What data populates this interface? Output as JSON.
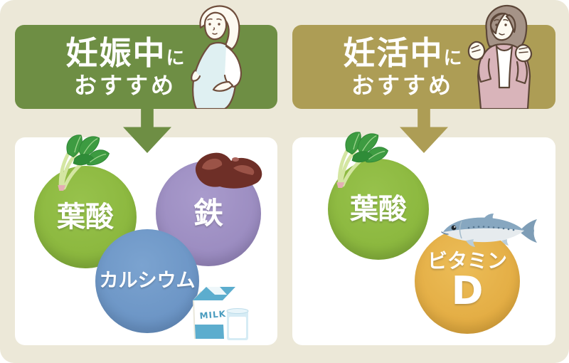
{
  "card": {
    "background": "#ece8d8"
  },
  "left": {
    "header": {
      "title": "妊娠中",
      "suffix": "に",
      "subtitle": "おすすめ",
      "color": "#6e8e44",
      "illustration": "pregnant-woman"
    },
    "nutrients": [
      {
        "label": "葉酸",
        "color": "#8cb83f",
        "food": "spinach"
      },
      {
        "label": "鉄",
        "color": "#9c8dc1",
        "food": "liver"
      },
      {
        "label": "カルシウム",
        "color": "#6d96c6",
        "food": "milk"
      }
    ],
    "milk": {
      "label": "MILK"
    }
  },
  "right": {
    "header": {
      "title": "妊活中",
      "suffix": "に",
      "subtitle": "おすすめ",
      "color": "#ad9d55",
      "illustration": "cheering-woman"
    },
    "nutrients": [
      {
        "label": "葉酸",
        "color": "#8cb83f",
        "food": "spinach"
      },
      {
        "label": "ビタミン",
        "label2": "D",
        "color": "#e4ae45",
        "food": "fish"
      }
    ]
  }
}
